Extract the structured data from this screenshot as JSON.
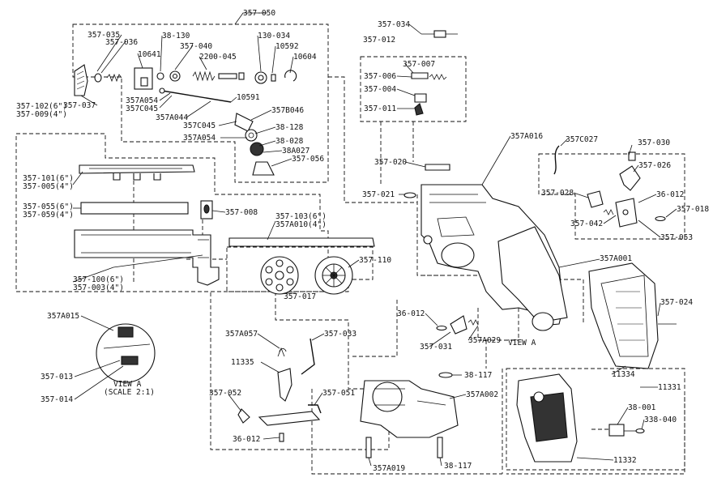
{
  "labels": {
    "l_357_050": "357-050",
    "l_357_035": "357-035",
    "l_357_036": "357-036",
    "l_38_130": "38-130",
    "l_357_040": "357-040",
    "l_130_034": "130-034",
    "l_10592": "10592",
    "l_10604": "10604",
    "l_10641": "10641",
    "l_2200_045": "2200-045",
    "l_357_037": "357-037",
    "l_357_102": "357-102(6\")",
    "l_357_009": "357-009(4\")",
    "l_357a054_a": "357A054",
    "l_357c045_a": "357C045",
    "l_357a044": "357A044",
    "l_10591": "10591",
    "l_357b046": "357B046",
    "l_357c045_b": "357C045",
    "l_38_128": "38-128",
    "l_357a054_b": "357A054",
    "l_38_028": "38-028",
    "l_38a027": "38A027",
    "l_357_056": "357-056",
    "l_357_101": "357-101(6\")",
    "l_357_005": "357-005(4\")",
    "l_357_055": "357-055(6\")",
    "l_357_059": "357-059(4\")",
    "l_357_008": "357-008",
    "l_357_103": "357-103(6\")",
    "l_357a010": "357A010(4\")",
    "l_357_110": "357-110",
    "l_357_100": "357-100(6\")",
    "l_357_003": "357-003(4\")",
    "l_357_017": "357-017",
    "l_357_034": "357-034",
    "l_357_012": "357-012",
    "l_357_007": "357-007",
    "l_357_006": "357-006",
    "l_357_004": "357-004",
    "l_357_011": "357-011",
    "l_357a016": "357A016",
    "l_357c027": "357C027",
    "l_357_030": "357-030",
    "l_357_026": "357-026",
    "l_357_020": "357-020",
    "l_357_021": "357-021",
    "l_357_028": "357-028",
    "l_36_012_a": "36-012",
    "l_357_018": "357-018",
    "l_357_042": "357-042",
    "l_357_053": "357-053",
    "l_357a001": "357A001",
    "l_357_024": "357-024",
    "l_357a015": "357A015",
    "l_357_013": "357-013",
    "l_357_014": "357-014",
    "l_view_a_1": "VIEW A",
    "l_view_a_2": "(SCALE 2:1)",
    "l_357a057": "357A057",
    "l_357_033": "357-033",
    "l_11335": "11335",
    "l_36_012_b": "36-012",
    "l_357_031": "357-031",
    "l_357a029": "357A029",
    "l_view_a_3": "VIEW A",
    "l_11334": "11334",
    "l_38_117_a": "38-117",
    "l_357a002": "357A002",
    "l_357_052": "357-052",
    "l_357_051": "357-051",
    "l_36_012_c": "36-012",
    "l_11331": "11331",
    "l_38_001": "38-001",
    "l_338_040": "338-040",
    "l_357a019": "357A019",
    "l_38_117_b": "38-117",
    "l_11332": "11332"
  }
}
